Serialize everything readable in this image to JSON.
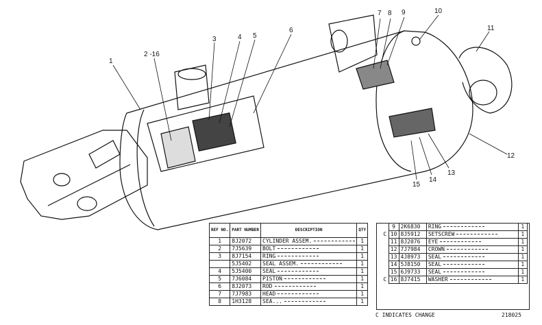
{
  "callouts": {
    "c1": "1",
    "c2": "2 -16",
    "c3": "3",
    "c4": "4",
    "c5": "5",
    "c6": "6",
    "c7": "7",
    "c8": "8",
    "c9": "9",
    "c10": "10",
    "c11": "11",
    "c12": "12",
    "c13": "13",
    "c14": "14",
    "c15": "15"
  },
  "left_table": {
    "headers": {
      "ref": "REF NO.",
      "part": "PART NUMBER",
      "desc": "DESCRIPTION",
      "qty": "QTY"
    },
    "rows": [
      {
        "ref": "1",
        "part": "8J2072",
        "desc": "CYLINDER ASSEM.",
        "qty": "1"
      },
      {
        "ref": "2",
        "part": "7J5639",
        "desc": "BOLT",
        "qty": "1"
      },
      {
        "ref": "3",
        "part": "8J7154",
        "desc": "RING",
        "qty": "1"
      },
      {
        "ref": "",
        "part": "5J5402",
        "desc": "SEAL ASSEM.",
        "qty": "1"
      },
      {
        "ref": "4",
        "part": "5J5400",
        "desc": "SEAL",
        "qty": "1"
      },
      {
        "ref": "5",
        "part": "7J6084",
        "desc": "PISTON",
        "qty": "1"
      },
      {
        "ref": "6",
        "part": "8J2073",
        "desc": "ROD",
        "qty": "1"
      },
      {
        "ref": "7",
        "part": "7J7983",
        "desc": "HEAD",
        "qty": "1"
      },
      {
        "ref": "8",
        "part": "1H3128",
        "desc": "SEA...",
        "qty": "1"
      }
    ]
  },
  "right_table": {
    "rows": [
      {
        "chg": "",
        "ref": "9",
        "part": "2K6830",
        "desc": "RING",
        "qty": "1"
      },
      {
        "chg": "C",
        "ref": "10",
        "part": "8J5912",
        "desc": "SETSCREW",
        "qty": "1"
      },
      {
        "chg": "",
        "ref": "11",
        "part": "8J2076",
        "desc": "EYE",
        "qty": "1"
      },
      {
        "chg": "",
        "ref": "12",
        "part": "7J7984",
        "desc": "CROWN",
        "qty": "1"
      },
      {
        "chg": "",
        "ref": "13",
        "part": "4J8973",
        "desc": "SEAL",
        "qty": "1"
      },
      {
        "chg": "",
        "ref": "14",
        "part": "5J8150",
        "desc": "SEAL",
        "qty": "1"
      },
      {
        "chg": "",
        "ref": "15",
        "part": "6J9733",
        "desc": "SEAL",
        "qty": "1"
      },
      {
        "chg": "C",
        "ref": "16",
        "part": "8J7415",
        "desc": "WASHER",
        "qty": "1"
      }
    ]
  },
  "footer_note": "C INDICATES CHANGE",
  "drawing_number": "218025"
}
